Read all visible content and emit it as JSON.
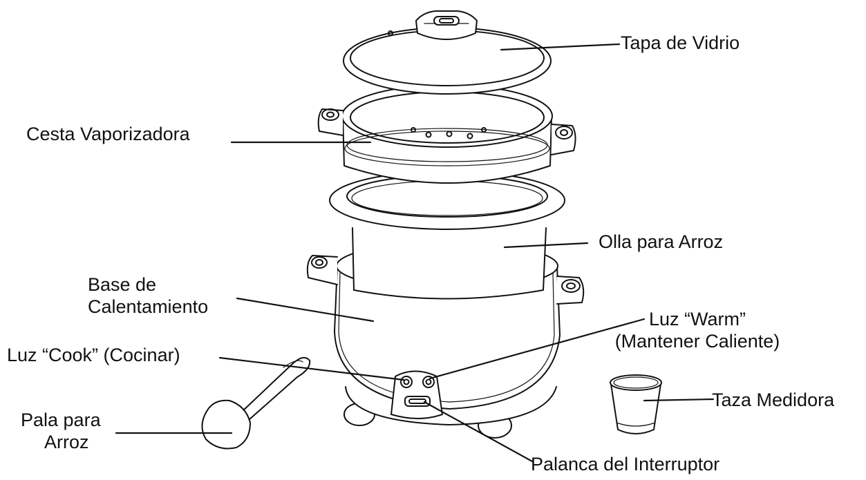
{
  "colors": {
    "line": "#111111",
    "background": "#ffffff",
    "fill": "#ffffff"
  },
  "labels": {
    "tapa": "Tapa de Vidrio",
    "cesta": "Cesta Vaporizadora",
    "olla": "Olla para Arroz",
    "base": [
      "Base de",
      "Calentamiento"
    ],
    "warm": [
      "Luz “Warm”",
      "(Mantener Caliente)"
    ],
    "cook": "Luz “Cook” (Cocinar)",
    "taza": "Taza Medidora",
    "pala": [
      "Pala para",
      "Arroz"
    ],
    "palanca": "Palanca del Interruptor"
  }
}
